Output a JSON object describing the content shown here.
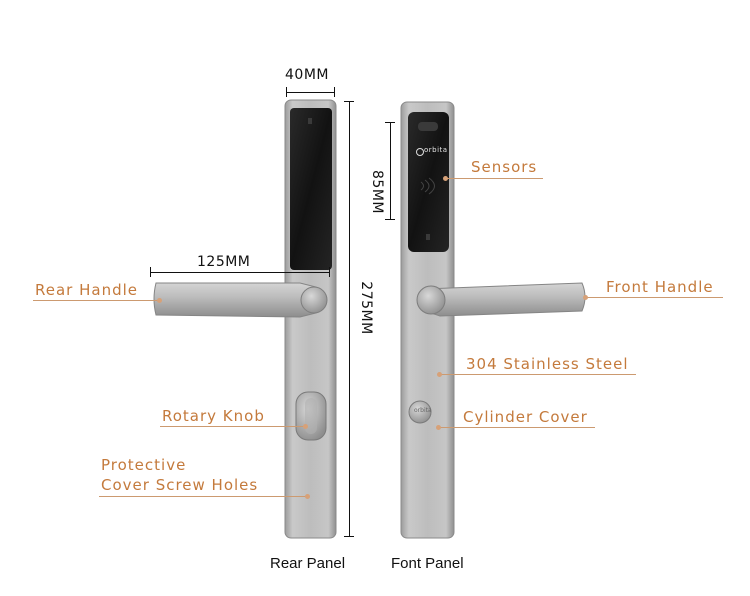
{
  "dimensions": {
    "width_top": "40MM",
    "handle_length": "125MM",
    "sensor_height": "85MM",
    "total_height": "275MM"
  },
  "labels": {
    "rear_handle": "Rear Handle",
    "rotary_knob": "Rotary Knob",
    "protective_cover_line1": "Protective",
    "protective_cover_line2": "Cover Screw Holes",
    "sensors": "Sensors",
    "front_handle": "Front Handle",
    "stainless_steel": "304 Stainless Steel",
    "cylinder_cover": "Cylinder Cover"
  },
  "brand": "orbita",
  "captions": {
    "rear": "Rear Panel",
    "front": "Font Panel"
  },
  "colors": {
    "label": "#c47a3c",
    "label_line": "#cc9a70",
    "panel_steel": "#b8b8b8",
    "reader_black": "#1a1a1a"
  }
}
